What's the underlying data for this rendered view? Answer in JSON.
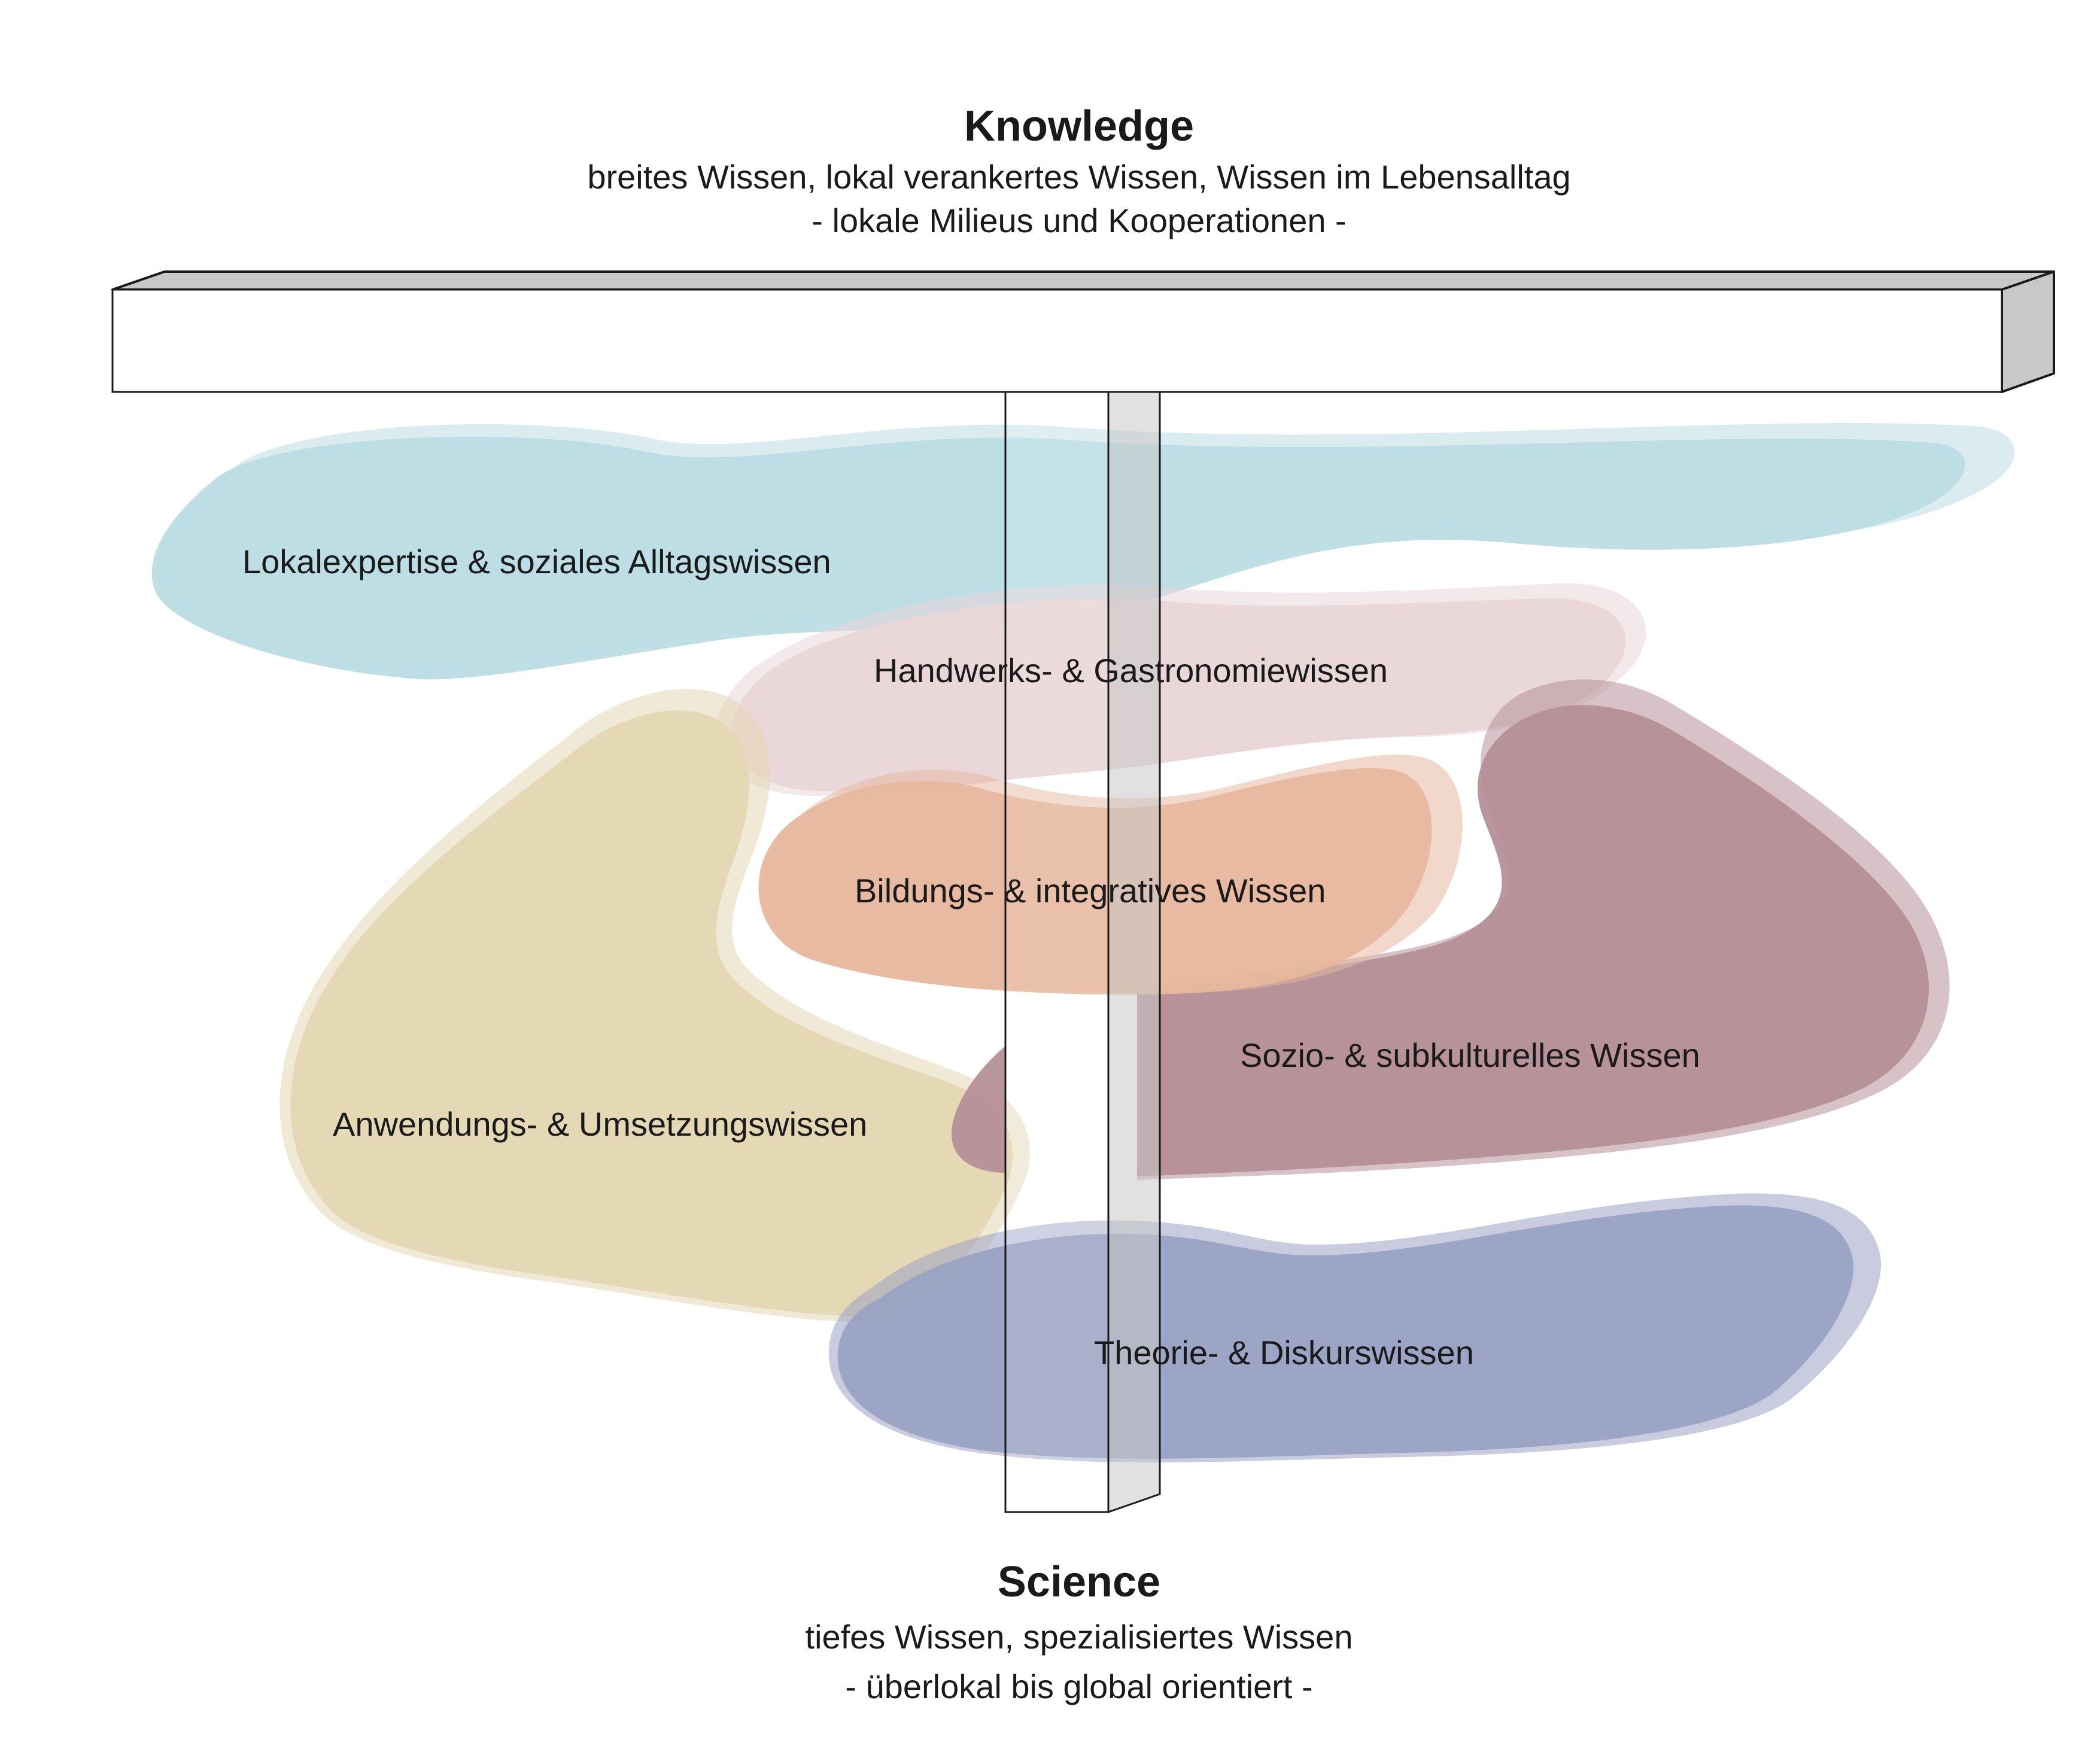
{
  "top": {
    "title": "Knowledge",
    "line1": "breites Wissen, lokal verankertes Wissen, Wissen im Lebensalltag",
    "line2": "- lokale Milieus und Kooperationen -"
  },
  "bottom": {
    "title": "Science",
    "line1": "tiefes Wissen, spezialisiertes Wissen",
    "line2": "- überlokal bis global orientiert -"
  },
  "regions": {
    "lokal": "Lokalexpertise & soziales Alltagswissen",
    "handwerk": "Handwerks- & Gastronomiewissen",
    "bildung": "Bildungs- & integratives Wissen",
    "sozio": "Sozio- & subkulturelles Wissen",
    "anwendung": "Anwendungs- & Umsetzungswissen",
    "theorie": "Theorie- & Diskurswissen"
  },
  "colors": {
    "lokal": "#bcdde4",
    "handwerk": "#e9d6d8",
    "bildung": "#e6b89e",
    "sozio": "#b58f99",
    "anwendung": "#e4d7b3",
    "theorie": "#9aa2c3",
    "bar_side": "#c8c8c8",
    "outline": "#1a1a1a"
  }
}
